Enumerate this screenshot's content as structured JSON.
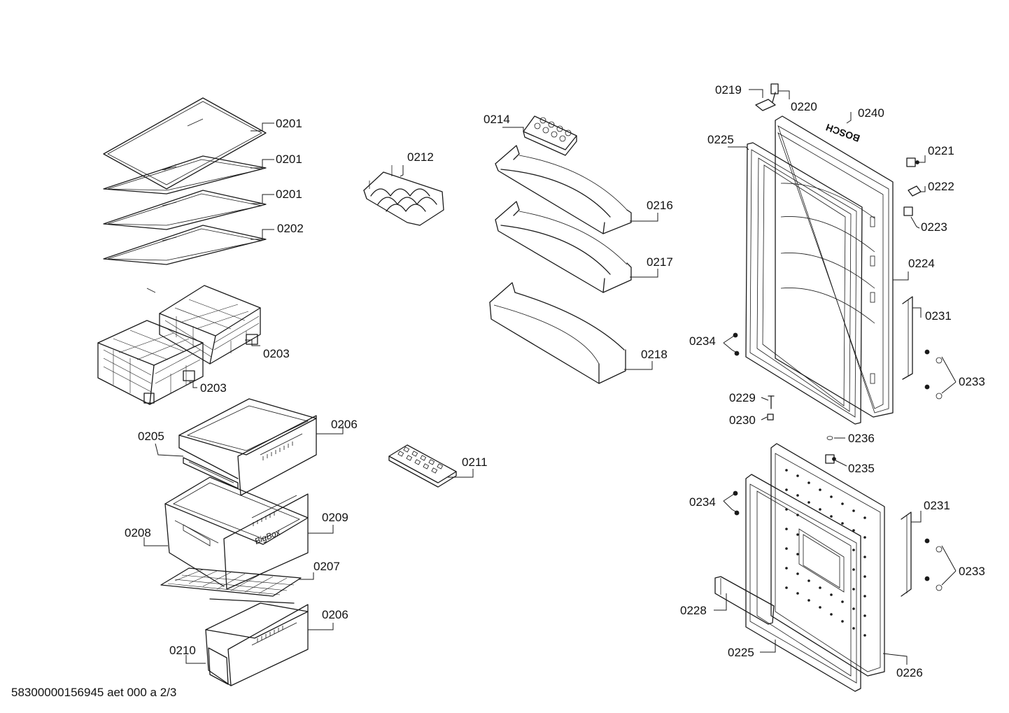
{
  "document": {
    "reference": "58300000156945 aet 000 a 2/3"
  },
  "brand": {
    "door_logo": "BOSCH",
    "box_logo": "BigBox"
  },
  "callouts": [
    {
      "id": "c0201a",
      "text": "0201"
    },
    {
      "id": "c0201b",
      "text": "0201"
    },
    {
      "id": "c0201c",
      "text": "0201"
    },
    {
      "id": "c0202",
      "text": "0202"
    },
    {
      "id": "c0203a",
      "text": "0203"
    },
    {
      "id": "c0203b",
      "text": "0203"
    },
    {
      "id": "c0205",
      "text": "0205"
    },
    {
      "id": "c0206a",
      "text": "0206"
    },
    {
      "id": "c0208",
      "text": "0208"
    },
    {
      "id": "c0209",
      "text": "0209"
    },
    {
      "id": "c0207",
      "text": "0207"
    },
    {
      "id": "c0206b",
      "text": "0206"
    },
    {
      "id": "c0210",
      "text": "0210"
    },
    {
      "id": "c0212",
      "text": "0212"
    },
    {
      "id": "c0211",
      "text": "0211"
    },
    {
      "id": "c0214",
      "text": "0214"
    },
    {
      "id": "c0216",
      "text": "0216"
    },
    {
      "id": "c0217",
      "text": "0217"
    },
    {
      "id": "c0218",
      "text": "0218"
    },
    {
      "id": "c0219",
      "text": "0219"
    },
    {
      "id": "c0220",
      "text": "0220"
    },
    {
      "id": "c0240",
      "text": "0240"
    },
    {
      "id": "c0225a",
      "text": "0225"
    },
    {
      "id": "c0221",
      "text": "0221"
    },
    {
      "id": "c0222",
      "text": "0222"
    },
    {
      "id": "c0223",
      "text": "0223"
    },
    {
      "id": "c0224",
      "text": "0224"
    },
    {
      "id": "c0231a",
      "text": "0231"
    },
    {
      "id": "c0234a",
      "text": "0234"
    },
    {
      "id": "c0233a",
      "text": "0233"
    },
    {
      "id": "c0229",
      "text": "0229"
    },
    {
      "id": "c0230",
      "text": "0230"
    },
    {
      "id": "c0236",
      "text": "0236"
    },
    {
      "id": "c0235",
      "text": "0235"
    },
    {
      "id": "c0234b",
      "text": "0234"
    },
    {
      "id": "c0231b",
      "text": "0231"
    },
    {
      "id": "c0233b",
      "text": "0233"
    },
    {
      "id": "c0228",
      "text": "0228"
    },
    {
      "id": "c0225b",
      "text": "0225"
    },
    {
      "id": "c0226",
      "text": "0226"
    }
  ]
}
